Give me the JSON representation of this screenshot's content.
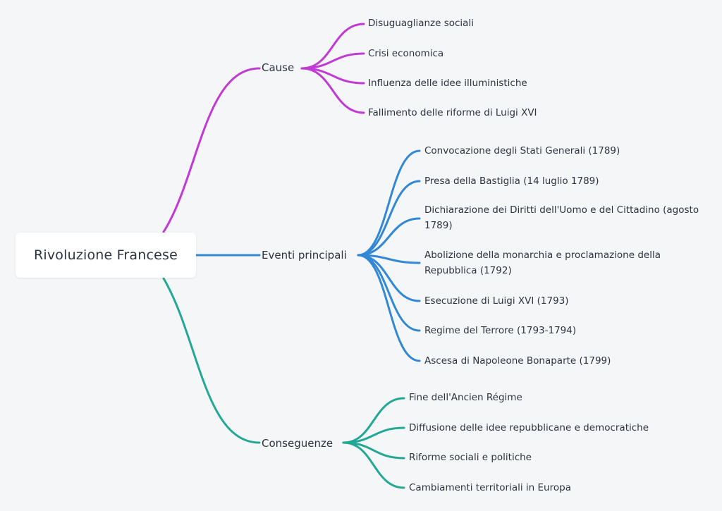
{
  "root": {
    "label": "Rivoluzione Francese"
  },
  "colors": {
    "cause": "#c13ad6",
    "eventi": "#3388d6",
    "conseguenze": "#23a896",
    "text": "#2c3440",
    "background": "#f5f6f7"
  },
  "branches": {
    "cause": {
      "label": "Cause",
      "items": [
        "Disuguaglianze sociali",
        "Crisi economica",
        "Influenza delle idee illuministiche",
        "Fallimento delle riforme di Luigi XVI"
      ]
    },
    "eventi": {
      "label": "Eventi principali",
      "items": [
        "Convocazione degli Stati Generali (1789)",
        "Presa della Bastiglia (14 luglio 1789)",
        "Dichiarazione dei Diritti dell'Uomo e del Cittadino (agosto 1789)",
        "Abolizione della monarchia e proclamazione della Repubblica (1792)",
        "Esecuzione di Luigi XVI (1793)",
        "Regime del Terrore (1793-1794)",
        "Ascesa di Napoleone Bonaparte (1799)"
      ]
    },
    "conseguenze": {
      "label": "Conseguenze",
      "items": [
        "Fine dell'Ancien Régime",
        "Diffusione delle idee repubblicane e democratiche",
        "Riforme sociali e politiche",
        "Cambiamenti territoriali in Europa"
      ]
    }
  }
}
